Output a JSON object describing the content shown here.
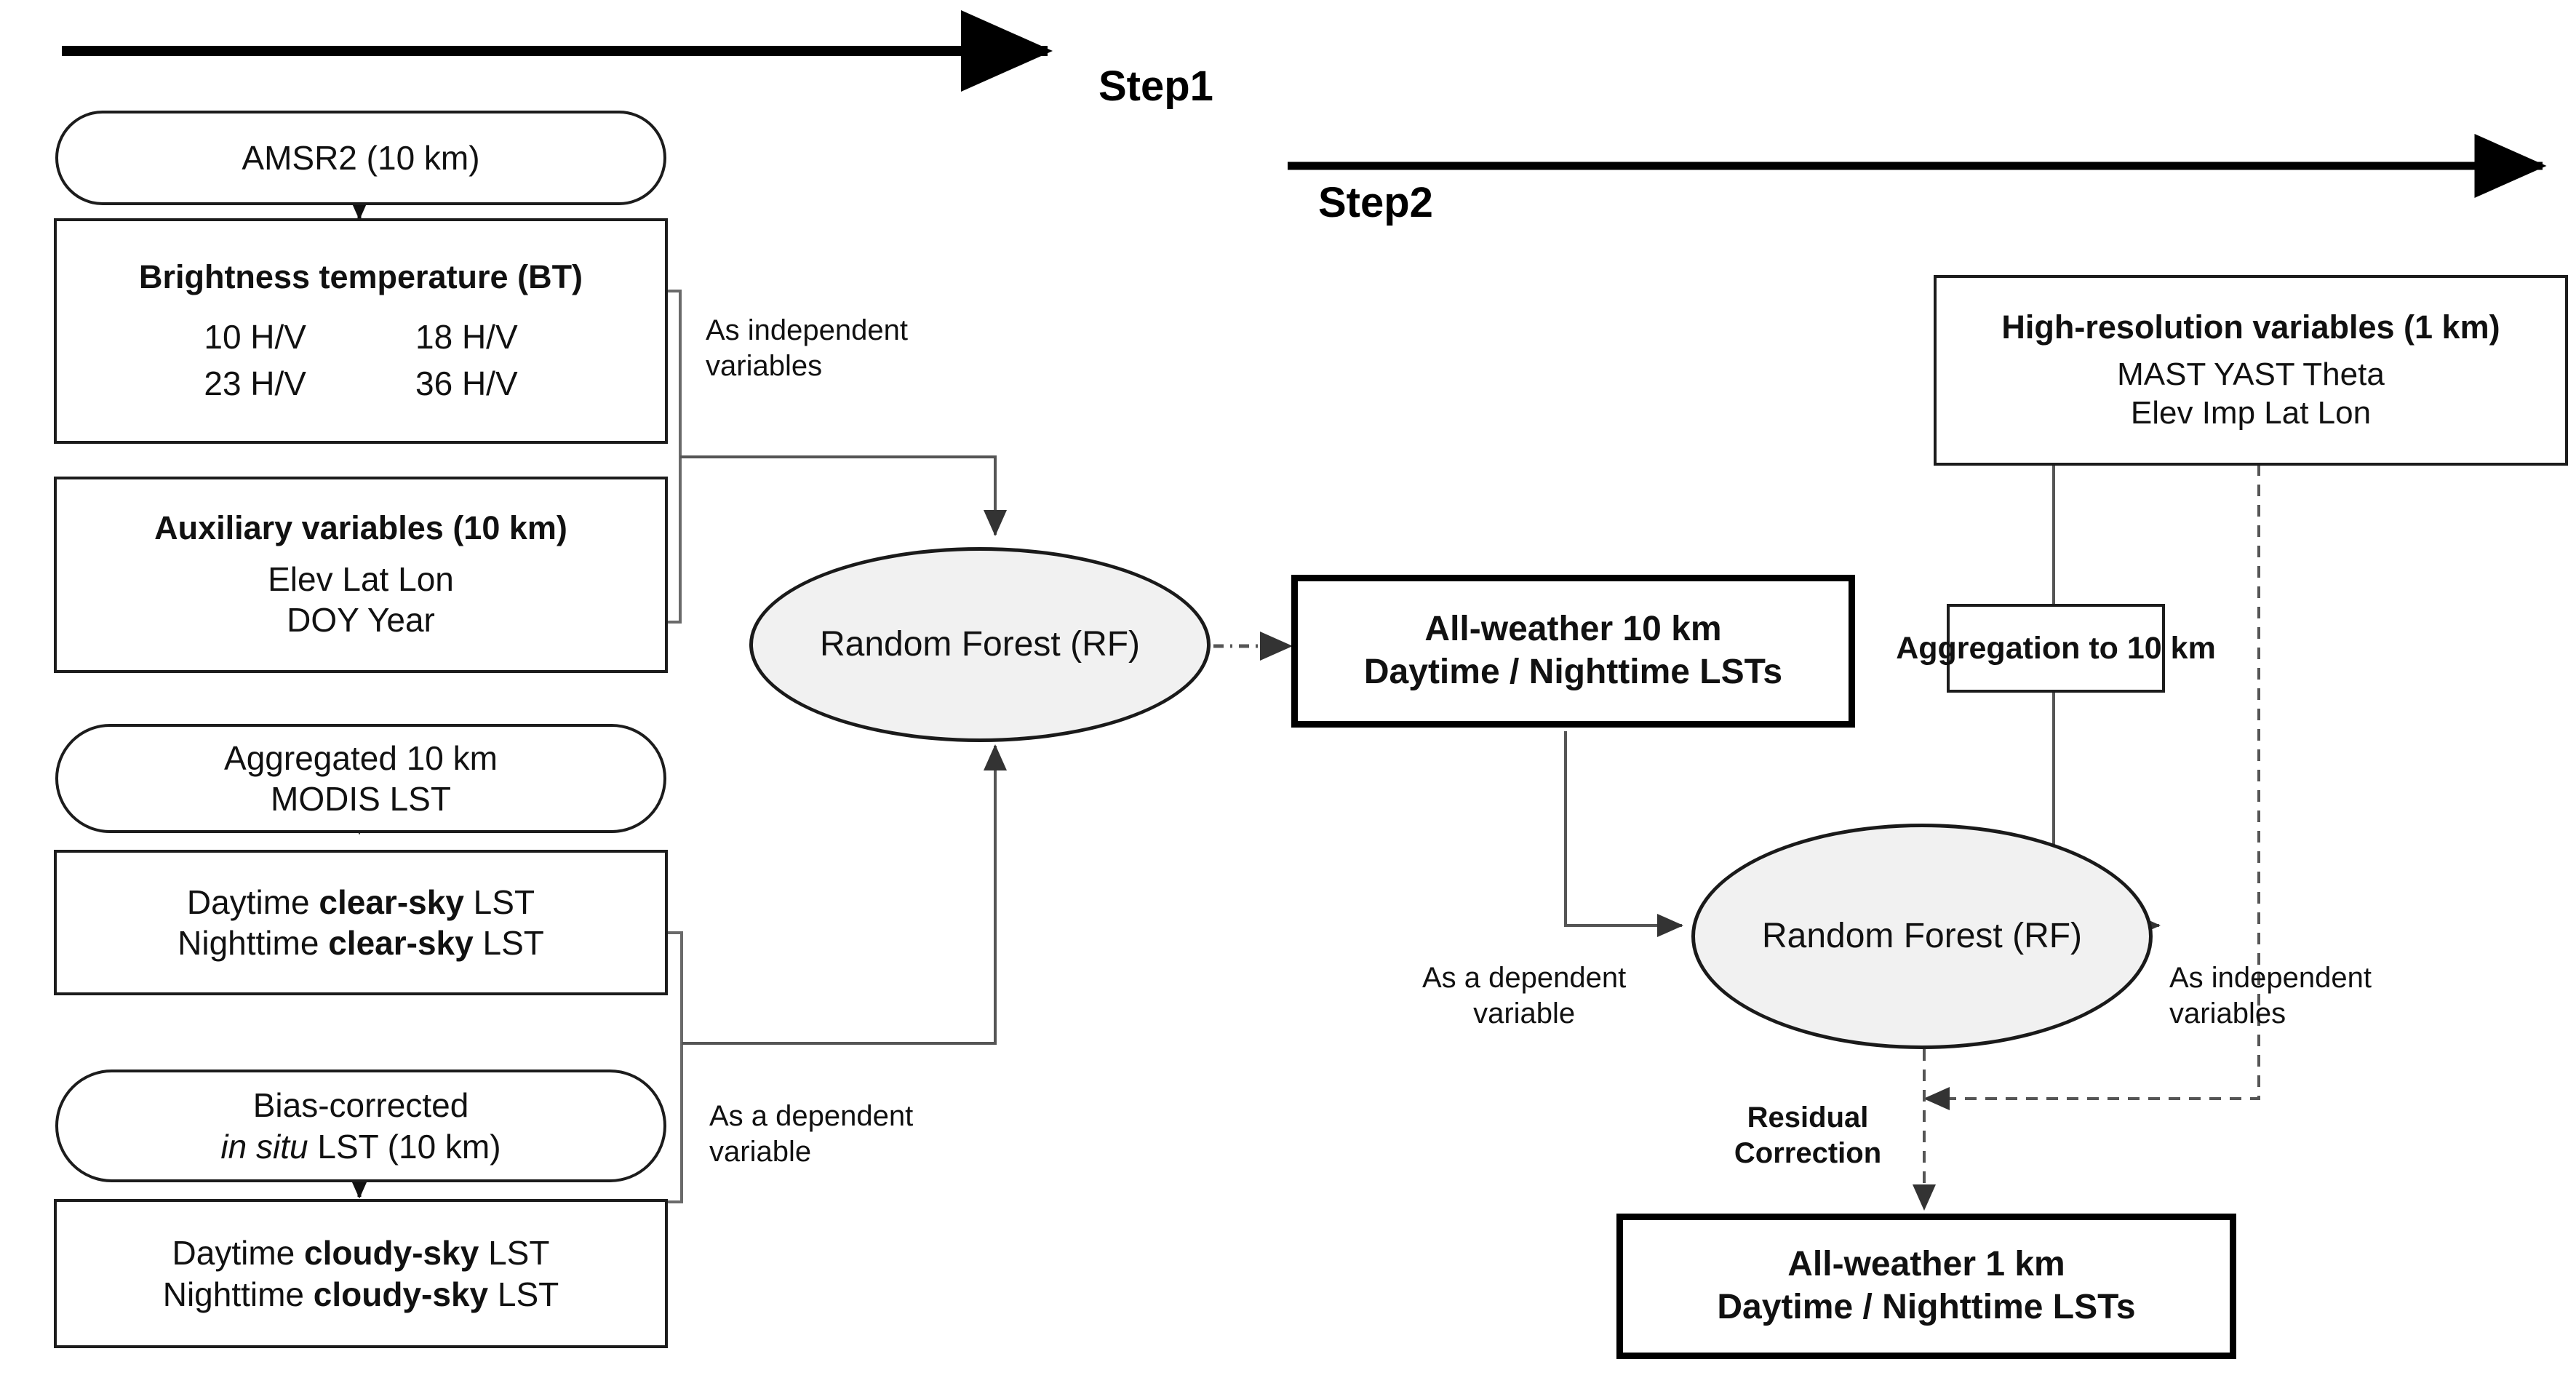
{
  "figure": {
    "type": "flowchart",
    "title": "Two-step all-weather LST retrieval and downscaling workflow"
  },
  "steps": [
    {
      "label": "Step1"
    },
    {
      "label": "Step2"
    }
  ],
  "step1": {
    "amsr2": {
      "text": "AMSR2 (10 km)"
    },
    "brightness": {
      "title": "Brightness temperature (BT)",
      "row1_col1": "10 H/V",
      "row1_col2": "18 H/V",
      "row2_col1": "23 H/V",
      "row2_col2": "36 H/V"
    },
    "auxiliary": {
      "title": "Auxiliary variables (10 km)",
      "line1": "Elev Lat  Lon",
      "line2": "DOY  Year"
    },
    "aggregated_modis": {
      "line1": "Aggregated 10 km",
      "line2": "MODIS LST"
    },
    "clear_sky": {
      "line1_prefix": "Daytime ",
      "line1_bold": "clear-sky",
      "line1_suffix": " LST",
      "line2_prefix": "Nighttime ",
      "line2_bold": "clear-sky",
      "line2_suffix": " LST"
    },
    "bias_corrected": {
      "line1": "Bias-corrected",
      "line2_italic": "in situ",
      "line2_rest": " LST (10 km)"
    },
    "cloudy_sky": {
      "line1_prefix": "Daytime ",
      "line1_bold": "cloudy-sky",
      "line1_suffix": " LST",
      "line2_prefix": "Nighttime ",
      "line2_bold": "cloudy-sky",
      "line2_suffix": " LST"
    },
    "random_forest": {
      "text": "Random Forest (RF)"
    },
    "edge_labels": {
      "independent": "As independent\nvariables",
      "independent_l1": "As independent",
      "independent_l2": "variables",
      "dependent_l1": "As a dependent",
      "dependent_l2": "variable"
    },
    "output": {
      "line1": "All-weather 10 km",
      "line2": "Daytime / Nighttime LSTs"
    }
  },
  "step2": {
    "high_resolution": {
      "title": "High-resolution variables (1 km)",
      "line1": "MAST YAST Theta",
      "line2": "Elev Imp Lat  Lon"
    },
    "aggregation": {
      "title": "Aggregation to 10 km"
    },
    "random_forest": {
      "text": "Random Forest (RF)"
    },
    "edge_labels": {
      "dependent_l1": "As a dependent",
      "dependent_l2": "variable",
      "independent_l1": "As independent",
      "independent_l2": "variables",
      "residual_l1": "Residual",
      "residual_l2": "Correction"
    },
    "output": {
      "line1": "All-weather 1 km",
      "line2": "Daytime / Nighttime LSTs"
    }
  },
  "colors": {
    "stroke": "#1a1a1a",
    "thick_stroke": "#000000",
    "ellipse_fill": "#f1f1f1",
    "connector": "#555555",
    "background": "#ffffff"
  }
}
